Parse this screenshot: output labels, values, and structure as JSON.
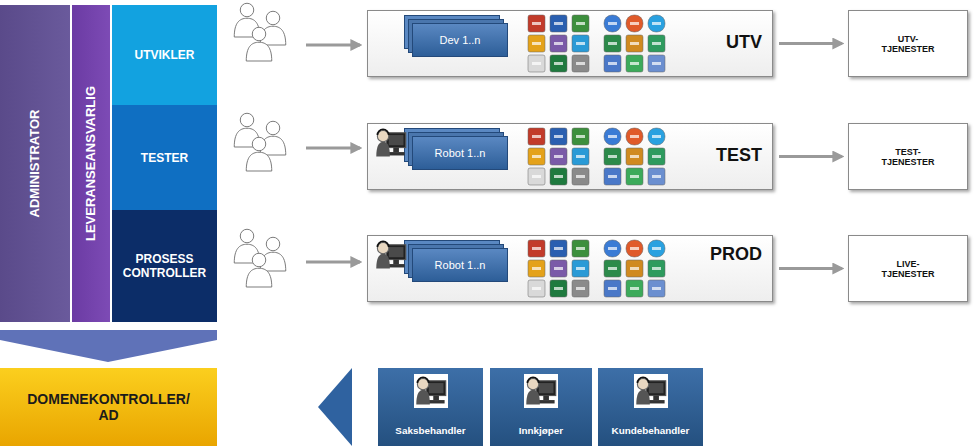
{
  "diagram": {
    "nodes": [
      {
        "text": [
          "ADMINISTRATOR"
        ]
      },
      {
        "text": [
          "LEVERANSEANSVARLIG"
        ]
      },
      {
        "text": [
          "UTVIKLER"
        ]
      },
      {
        "text": [
          "TESTER"
        ]
      },
      {
        "text": [
          "PROSESS CONTROLLER"
        ]
      },
      {
        "text": [
          "DOMENEKONTROLLER/ AD"
        ]
      },
      {
        "text": [
          "UTV"
        ]
      },
      {
        "text": [
          "Dev 1..n"
        ],
        "in": 6
      },
      {
        "text": [
          "TEST"
        ]
      },
      {
        "text": [
          "Robot 1..n"
        ],
        "in": 8
      },
      {
        "text": [
          "PROD"
        ]
      },
      {
        "text": [
          "Robot 1..n"
        ],
        "in": 10
      },
      {
        "text": [
          "UTV- TJENESTER"
        ]
      },
      {
        "text": [
          "TEST- TJENESTER"
        ]
      },
      {
        "text": [
          "LIVE- TJENESTER"
        ]
      },
      {
        "text": [
          "Saksbehandler"
        ]
      },
      {
        "text": [
          "Innkjøper"
        ]
      },
      {
        "text": [
          "Kundebehandler"
        ]
      }
    ],
    "edges": [
      {
        "from": 6,
        "to": 12,
        "arrow": "to"
      },
      {
        "from": 8,
        "to": 13,
        "arrow": "to"
      },
      {
        "from": 10,
        "to": 14,
        "arrow": "to"
      }
    ]
  }
}
